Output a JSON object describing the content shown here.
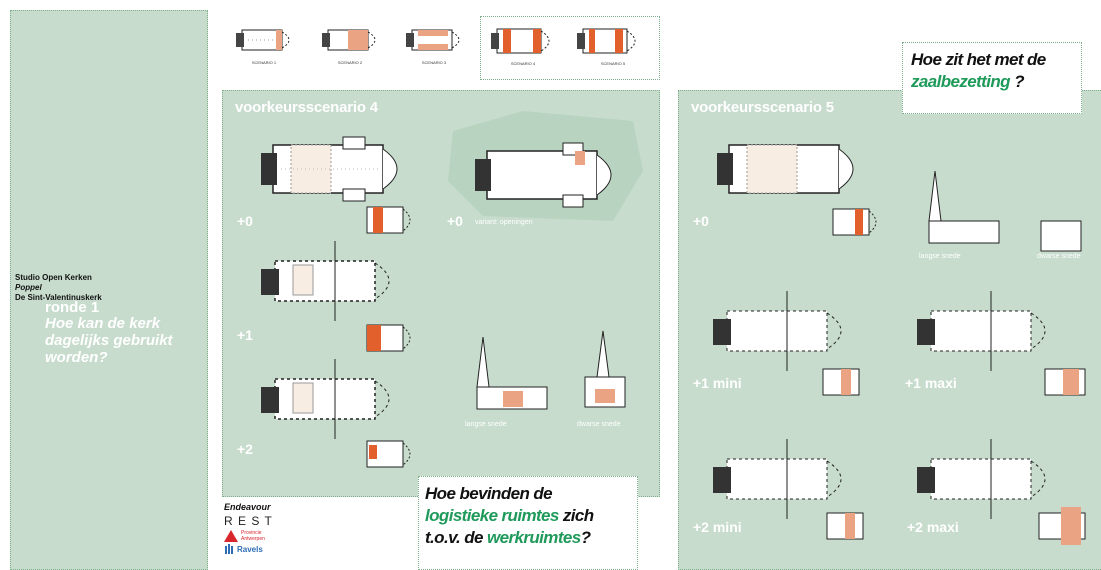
{
  "sidebar": {
    "studio": "Studio Open Kerken",
    "town": "Poppel",
    "church": "De Sint-Valentinuskerk",
    "round": "ronde 1",
    "question": "Hoe kan de kerk dagelijks gebruikt worden?"
  },
  "thumbnails": [
    {
      "caption": "SCENARIO 1"
    },
    {
      "caption": "SCENARIO 2"
    },
    {
      "caption": "SCENARIO 3"
    },
    {
      "caption": "SCENARIO 4"
    },
    {
      "caption": "SCENARIO 5"
    }
  ],
  "scenario4": {
    "title": "voorkeursscenario 4",
    "level0": "+0",
    "level0_variant": "+0",
    "variant_label": "variant: openingen",
    "level1": "+1",
    "level2": "+2",
    "section_long": "langse snede",
    "section_cross": "dwarse snede"
  },
  "scenario5": {
    "title": "voorkeursscenario 5",
    "level0": "+0",
    "level1_mini": "+1 mini",
    "level1_maxi": "+1 maxi",
    "level2_mini": "+2 mini",
    "level2_maxi": "+2 maxi",
    "section_long": "langse snede",
    "section_cross": "dwarse snede"
  },
  "question_top": {
    "line1": "Hoe zit het met de",
    "line2_green": "zaalbezetting",
    "line2_rest": " ?"
  },
  "question_bottom": {
    "line1": "Hoe bevinden de",
    "line2_green": "logistieke ruimtes",
    "line2_rest": " zich",
    "line3_prefix": "t.o.v. de ",
    "line3_green": "werkruimtes",
    "line3_rest": "?"
  },
  "logos": {
    "endeavour": "Endeavour",
    "rest": "R E S T",
    "provincie": "Provincie Antwerpen",
    "ravels": "Ravels"
  },
  "colors": {
    "panel": "#c7dccd",
    "accent_green": "#1f9a5a",
    "orange": "#e2602b",
    "salmon": "#eba483"
  }
}
